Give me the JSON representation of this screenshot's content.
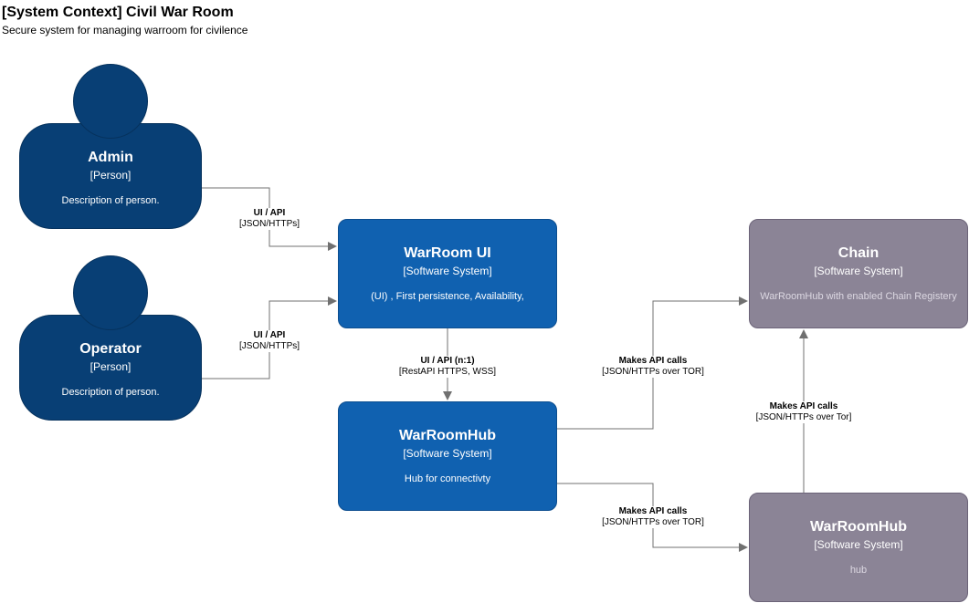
{
  "diagram": {
    "title": "[System Context] Civil War Room",
    "subtitle": "Secure system for managing warroom for civilence"
  },
  "persons": {
    "admin": {
      "name": "Admin",
      "type": "[Person]",
      "description": "Description of person."
    },
    "operator": {
      "name": "Operator",
      "type": "[Person]",
      "description": "Description of person."
    }
  },
  "systems": {
    "warroom_ui": {
      "name": "WarRoom UI",
      "type": "[Software System]",
      "description": "(UI) , First persistence, Availability,"
    },
    "warroom_hub": {
      "name": "WarRoomHub",
      "type": "[Software System]",
      "description": "Hub for connectivty"
    },
    "chain": {
      "name": "Chain",
      "type": "[Software System]",
      "description": "WarRoomHub with enabled Chain Registery"
    },
    "ext_hub": {
      "name": "WarRoomHub",
      "type": "[Software System]",
      "description": "hub"
    }
  },
  "relationships": {
    "admin_ui": {
      "label": "UI / API",
      "technology": "[JSON/HTTPs]"
    },
    "operator_ui": {
      "label": "UI / API",
      "technology": "[JSON/HTTPs]"
    },
    "ui_hub": {
      "label": "UI / API (n:1)",
      "technology": "[RestAPI HTTPS, WSS]"
    },
    "hub_chain": {
      "label": "Makes API calls",
      "technology": "[JSON/HTTPs over TOR]"
    },
    "hub_exthub": {
      "label": "Makes API calls",
      "technology": "[JSON/HTTPs over TOR]"
    },
    "exthub_chain": {
      "label": "Makes API calls",
      "technology": "[JSON/HTTPs over Tor]"
    }
  },
  "colors": {
    "person": "#083f75",
    "internal_system": "#1061b0",
    "external_system": "#8b8496",
    "edge": "#707070"
  }
}
